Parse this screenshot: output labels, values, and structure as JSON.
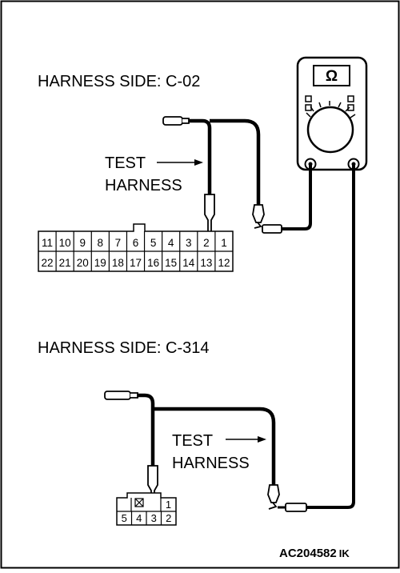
{
  "harness_top": {
    "title": "HARNESS SIDE: C-02",
    "row1": [
      "11",
      "10",
      "9",
      "8",
      "7",
      "6",
      "5",
      "4",
      "3",
      "2",
      "1"
    ],
    "row2": [
      "22",
      "21",
      "20",
      "19",
      "18",
      "17",
      "16",
      "15",
      "14",
      "13",
      "12"
    ]
  },
  "harness_bottom": {
    "title": "HARNESS SIDE: C-314",
    "row1": [
      "1"
    ],
    "row2": [
      "5",
      "4",
      "3",
      "2"
    ]
  },
  "test_harness": {
    "line1": "TEST",
    "line2": "HARNESS"
  },
  "meter": {
    "symbol": "Ω"
  },
  "figure_code": {
    "code": "AC204582",
    "suffix": "IK"
  }
}
